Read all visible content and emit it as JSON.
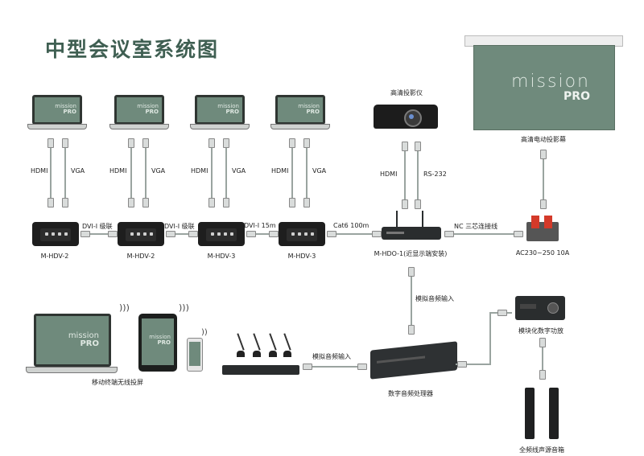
{
  "title": "中型会议室系统图",
  "labels": {
    "projector": "高清投影仪",
    "screen": "高清电动投影幕",
    "hdmi": "HDMI",
    "vga": "VGA",
    "rs232": "RS-232",
    "link_dvi1": "DVI-I 级联",
    "link_dvi2": "DVI-I 级联",
    "link_dvi15": "DVI-I 15m",
    "link_cat6": "Cat6 100m",
    "link_nc": "NC 三芯连接线",
    "hdv2a": "M-HDV-2",
    "hdv2b": "M-HDV-2",
    "hdv3a": "M-HDV-3",
    "hdv3b": "M-HDV-3",
    "hdo": "M-HDO-1(近显示端安装)",
    "power": "AC230~250 10A",
    "analog_in_v": "模拟音频输入",
    "analog_in_h": "模拟音频输入",
    "amp": "模块化数字功放",
    "dsp": "数字音频处理器",
    "mobile": "移动终端无线投屏",
    "speaker": "全频线声源音箱"
  },
  "logo": {
    "top": "mission",
    "bottom": "PRO"
  },
  "colors": {
    "screen": "#6f8a7c",
    "title": "#3f5f52",
    "device": "#2a2d2e",
    "wire": "#9aa4a0"
  }
}
